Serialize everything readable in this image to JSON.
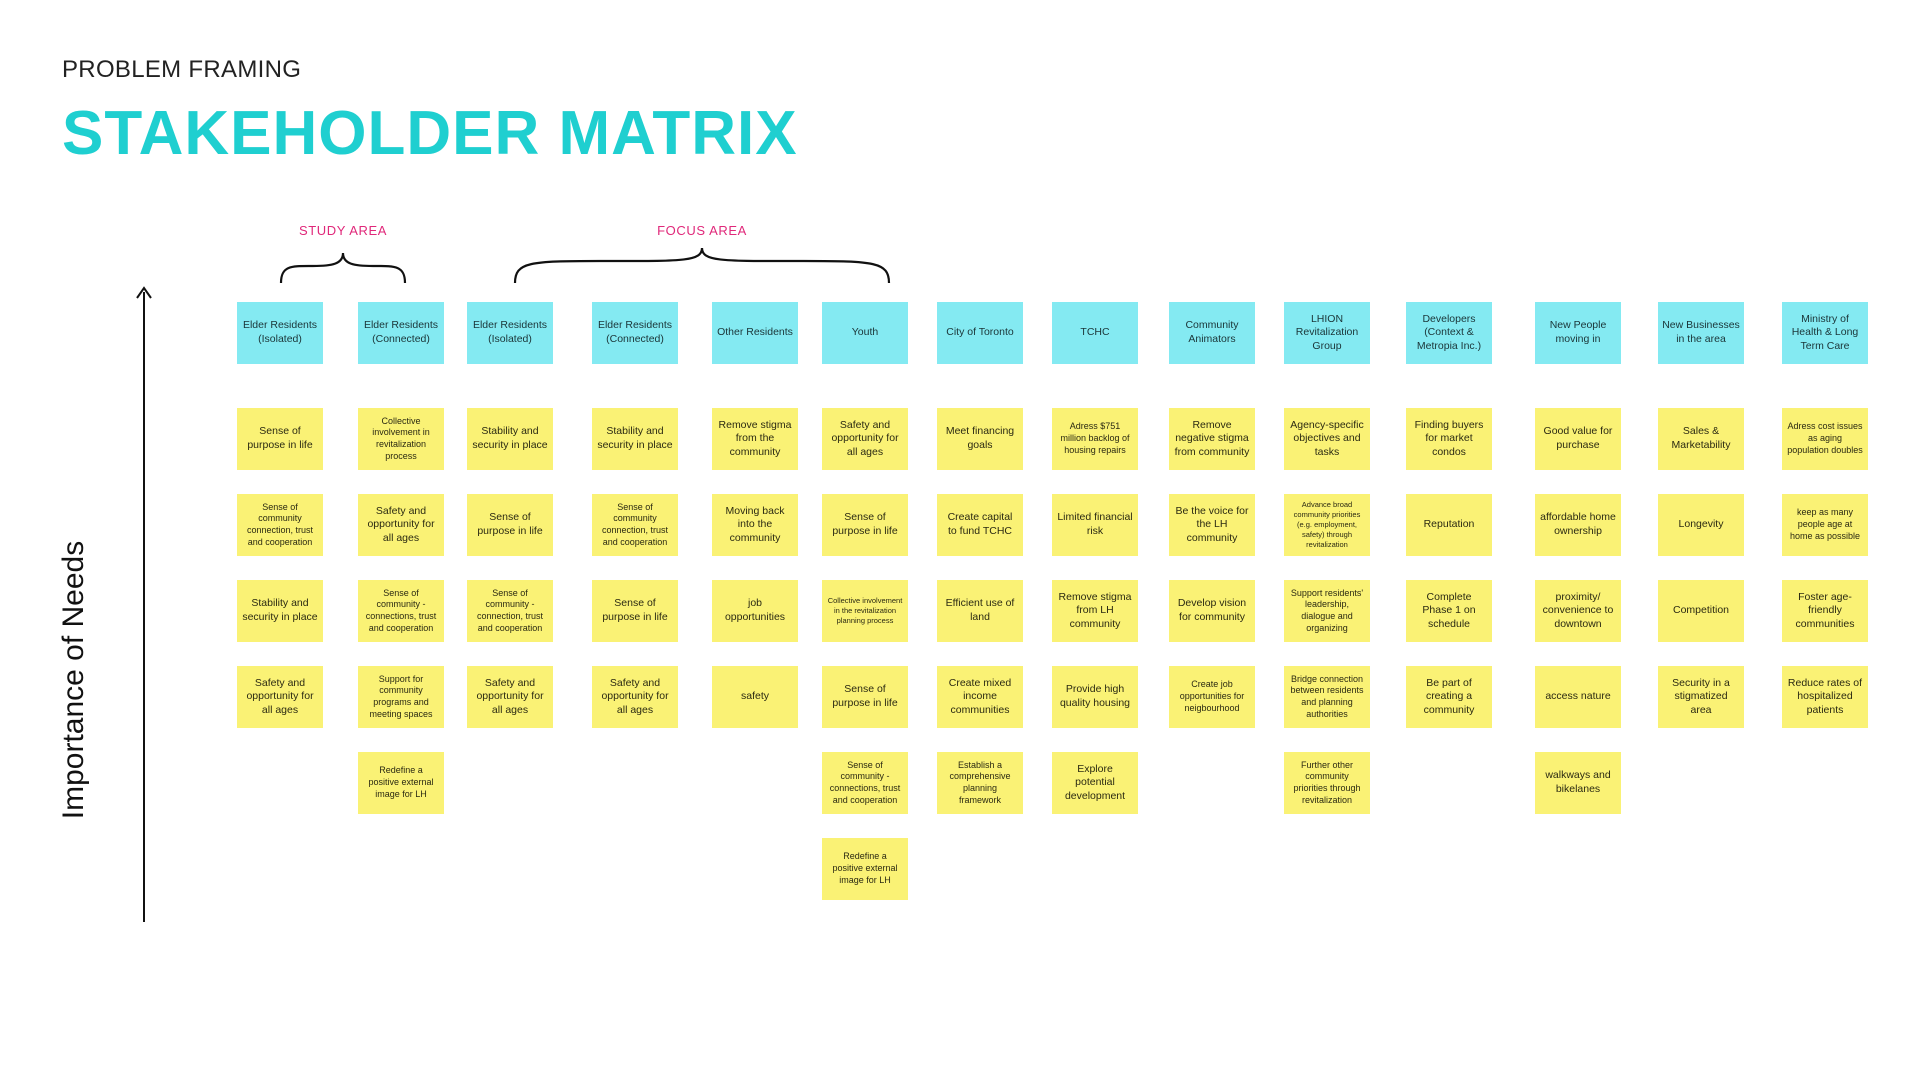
{
  "header": {
    "eyebrow": "PROBLEM FRAMING",
    "title": "STAKEHOLDER MATRIX"
  },
  "areas": {
    "study": "STUDY AREA",
    "focus": "FOCUS AREA"
  },
  "axis": {
    "label": "Importance of Needs"
  },
  "columns": [
    {
      "header": "Elder Residents (Isolated)",
      "needs": [
        "Sense of purpose in life",
        "Sense of community connection, trust and cooperation",
        "Stability and security in place",
        "Safety and opportunity for all ages"
      ]
    },
    {
      "header": "Elder Residents (Connected)",
      "needs": [
        "Collective involvement in revitalization process",
        "Safety and opportunity for all ages",
        "Sense of community - connections, trust and cooperation",
        "Support for community programs and meeting spaces",
        "Redefine a positive external image for LH"
      ]
    },
    {
      "header": "Elder Residents (Isolated)",
      "needs": [
        "Stability and security in place",
        "Sense of purpose in life",
        "Sense of community - connection, trust and cooperation",
        "Safety and opportunity for all ages"
      ]
    },
    {
      "header": "Elder Residents (Connected)",
      "needs": [
        "Stability and security in place",
        "Sense of community connection, trust and cooperation",
        "Sense of purpose in life",
        "Safety and opportunity for all ages"
      ]
    },
    {
      "header": "Other Residents",
      "needs": [
        "Remove stigma from the community",
        "Moving back into the community",
        "job opportunities",
        "safety"
      ]
    },
    {
      "header": "Youth",
      "needs": [
        "Safety and opportunity for all ages",
        "Sense of purpose in life",
        "Collective involvement in the revitalization planning process",
        "Sense of purpose in life",
        "Sense of community - connections, trust and cooperation",
        "Redefine a positive external image for LH"
      ]
    },
    {
      "header": "City of Toronto",
      "needs": [
        "Meet financing goals",
        "Create capital to fund TCHC",
        "Efficient use of land",
        "Create mixed income communities",
        "Establish a comprehensive planning framework"
      ]
    },
    {
      "header": "TCHC",
      "needs": [
        "Adress $751 million backlog of housing repairs",
        "Limited financial risk",
        "Remove stigma from LH community",
        "Provide high quality housing",
        "Explore potential development"
      ]
    },
    {
      "header": "Community Animators",
      "needs": [
        "Remove negative stigma from community",
        "Be the voice for the LH community",
        "Develop vision for community",
        "Create job opportunities for neigbourhood"
      ]
    },
    {
      "header": "LHION Revitalization Group",
      "needs": [
        "Agency-specific objectives and tasks",
        "Advance broad community priorities (e.g. employment, safety) through revitalization",
        "Support residents' leadership, dialogue and organizing",
        "Bridge connection between residents and planning authorities",
        "Further other community priorities through revitalization"
      ]
    },
    {
      "header": "Developers (Context & Metropia Inc.)",
      "needs": [
        "Finding buyers for market condos",
        "Reputation",
        "Complete Phase 1 on schedule",
        "Be part of creating a community"
      ]
    },
    {
      "header": "New People moving in",
      "needs": [
        "Good value for purchase",
        "affordable home ownership",
        "proximity/ convenience to downtown",
        "access nature",
        "walkways and bikelanes"
      ]
    },
    {
      "header": "New Businesses in the area",
      "needs": [
        "Sales & Marketability",
        "Longevity",
        "Competition",
        "Security in a stigmatized area"
      ]
    },
    {
      "header": "Ministry of Health & Long Term Care",
      "needs": [
        "Adress cost issues as aging population doubles",
        "keep as many people age at home as possible",
        "Foster age-friendly communities",
        "Reduce rates of hospitalized patients"
      ]
    }
  ],
  "colors": {
    "title": "#1fcfd0",
    "header_card": "#84eaf2",
    "need_card": "#faf275",
    "area_label": "#e0287a"
  }
}
